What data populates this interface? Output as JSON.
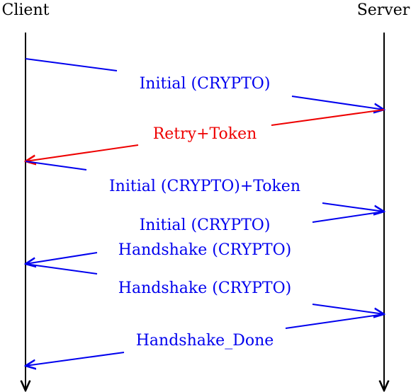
{
  "actors": {
    "client": "Client",
    "server": "Server"
  },
  "colors": {
    "initial": "#0000ee",
    "retry": "#ee0000",
    "axis": "#000000"
  },
  "messages": [
    {
      "label": "Initial (CRYPTO)",
      "direction": "client-to-server",
      "color": "#0000ee"
    },
    {
      "label": "Retry+Token",
      "direction": "server-to-client",
      "color": "#ee0000"
    },
    {
      "label": "Initial (CRYPTO)+Token",
      "direction": "client-to-server",
      "color": "#0000ee"
    },
    {
      "label": "Initial (CRYPTO)",
      "direction": "server-to-client",
      "color": "#0000ee"
    },
    {
      "label": "Handshake (CRYPTO)",
      "direction": "server-to-client",
      "color": "#0000ee"
    },
    {
      "label": "Handshake (CRYPTO)",
      "direction": "client-to-server",
      "color": "#0000ee"
    },
    {
      "label": "Handshake_Done",
      "direction": "server-to-client",
      "color": "#0000ee"
    }
  ]
}
